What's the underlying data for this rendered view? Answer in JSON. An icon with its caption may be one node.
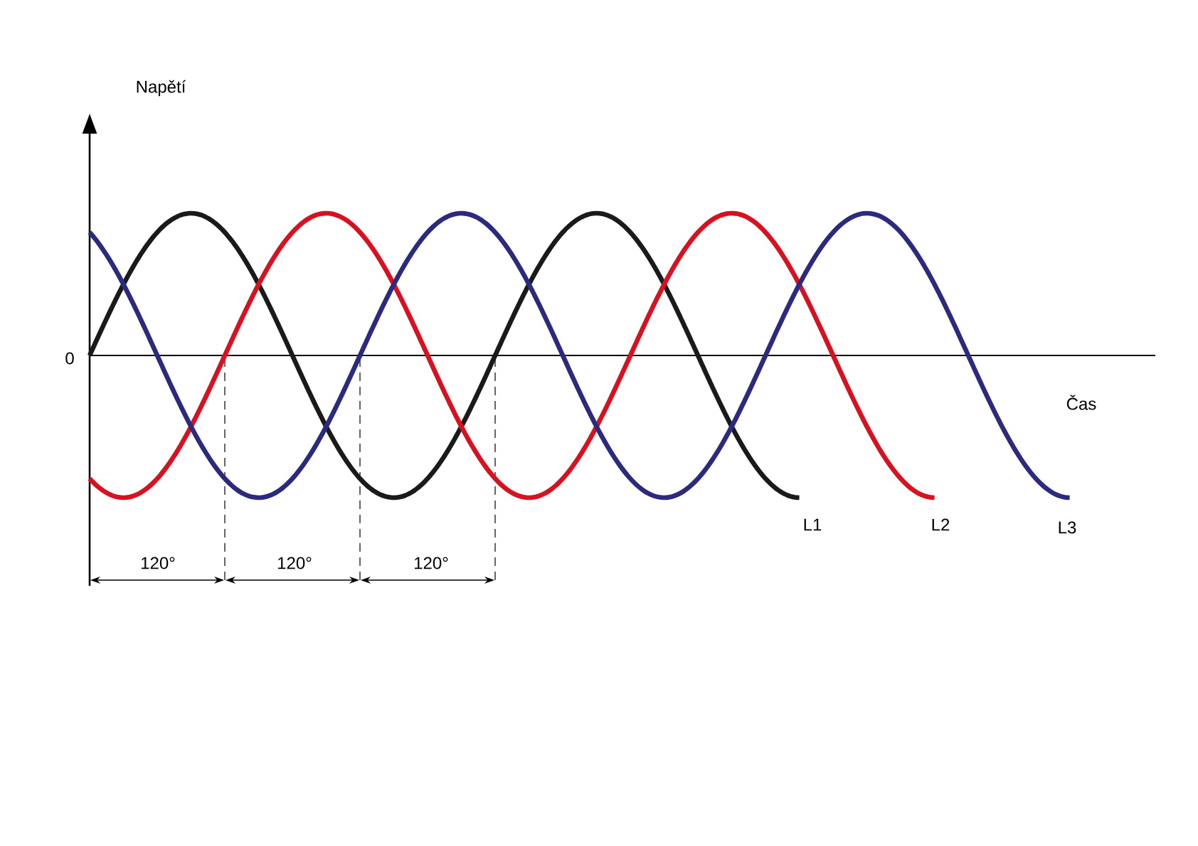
{
  "diagram": {
    "labels": [
      "Napětí",
      "0",
      "Čas",
      "L1",
      "L2",
      "L3",
      "120°",
      "120°",
      "120°"
    ]
  }
}
